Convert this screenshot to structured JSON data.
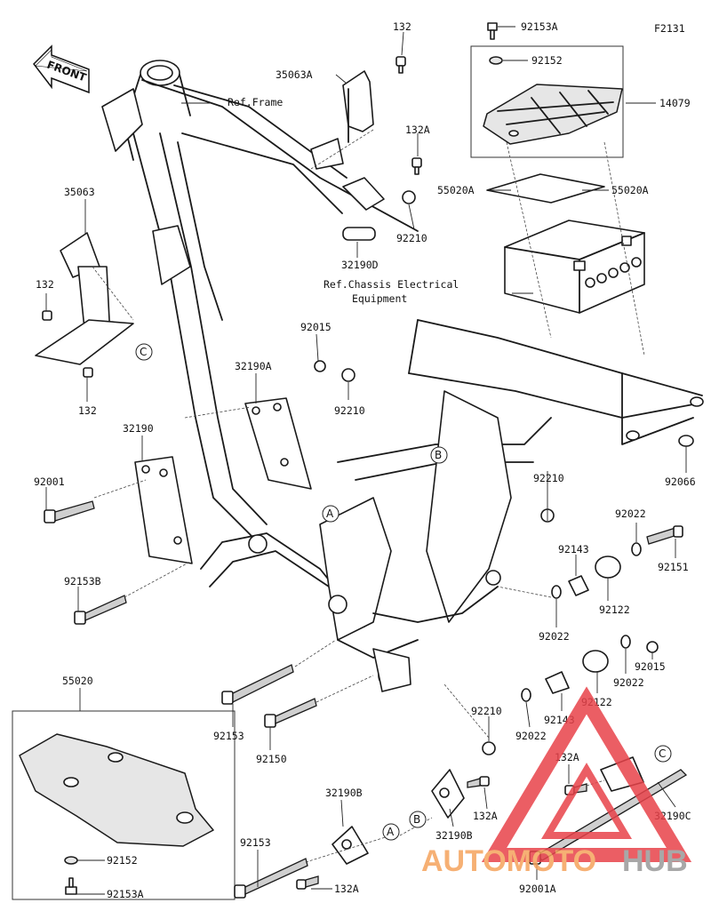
{
  "figure_code": "F2131",
  "front_label": "FRONT",
  "references": {
    "frame": "Ref.Frame",
    "chassis_line1": "Ref.Chassis Electrical",
    "chassis_line2": "Equipment"
  },
  "callouts": {
    "A": "A",
    "B": "B",
    "C": "C"
  },
  "part_numbers": {
    "p132_top": "132",
    "p35063A": "35063A",
    "p92153A_top": "92153A",
    "p92152_top": "92152",
    "p14079": "14079",
    "p132A_top": "132A",
    "p55020A_left": "55020A",
    "p55020A_right": "55020A",
    "p92210_top": "92210",
    "p32190D": "32190D",
    "p35063": "35063",
    "p132_left": "132",
    "p132_lower": "132",
    "p92015_top": "92015",
    "p32190A": "32190A",
    "p92210_mid": "92210",
    "p32190": "32190",
    "p92001": "92001",
    "p92153B": "92153B",
    "p92210_right": "92210",
    "p92066": "92066",
    "p92022_a": "92022",
    "p92151": "92151",
    "p92143_a": "92143",
    "p92122_a": "92122",
    "p92022_b": "92022",
    "p92015_b": "92015",
    "p92122_b": "92122",
    "p92022_c": "92022",
    "p92143_b": "92143",
    "p92022_d": "92022",
    "p92210_low": "92210",
    "p92153_mid": "92153",
    "p92150": "92150",
    "p55020": "55020",
    "p132A_mid": "132A",
    "p132A_right": "132A",
    "p32190C": "32190C",
    "p32190B_top": "32190B",
    "p32190B_mid": "32190B",
    "p92153_low": "92153",
    "p132A_low": "132A",
    "p92152_low": "92152",
    "p92153A_low": "92153A",
    "p92001A": "92001A"
  },
  "watermark": {
    "text_a": "AUTOMOTO",
    "text_b": "HUB",
    "color_a": "#f5a35c",
    "color_b": "#9a9a9a",
    "triangle_color": "#e8424a"
  }
}
